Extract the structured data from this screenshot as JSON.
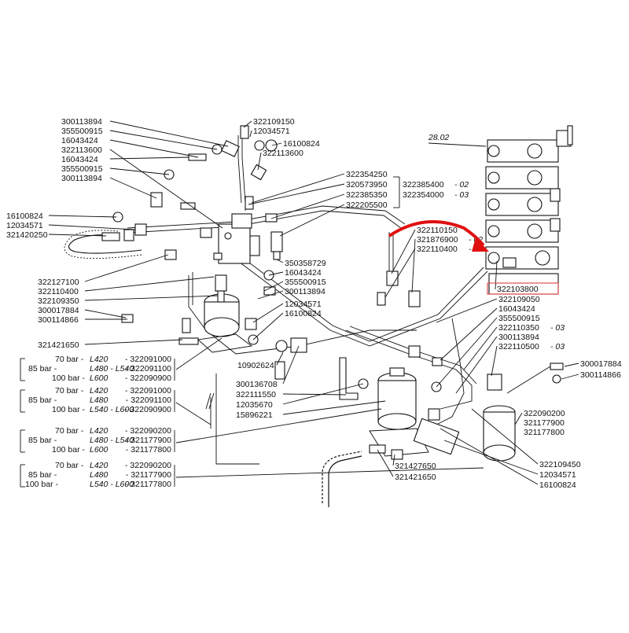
{
  "labels_left": [
    "300113894",
    "355500915",
    "16043424",
    "322113600",
    "16043424",
    "355500915",
    "300113894",
    "16100824",
    "12034571",
    "321420250",
    "322127100",
    "322110400",
    "322109350",
    "300017884",
    "300114866",
    "321421650"
  ],
  "labels_top": [
    "322109150",
    "12034571",
    "16100824",
    "322113600",
    "322354250",
    "320573950",
    "322385350",
    "322205500",
    "350358729",
    "16043424",
    "355500915",
    "300113894",
    "12034571",
    "16100824"
  ],
  "bracket_right_top": {
    "a": "322385400",
    "a_suffix": "- 02",
    "b": "322354000",
    "b_suffix": "- 03"
  },
  "valve_labels": {
    "a": "322110150",
    "b": "321876900",
    "b_suffix": "- 02",
    "c": "322110400",
    "c_suffix": "- 03"
  },
  "highlight_label": "322103800",
  "block_label": "28.02",
  "labels_mid_right": [
    {
      "t": "322109050",
      "s": ""
    },
    {
      "t": "16043424",
      "s": ""
    },
    {
      "t": "355500915",
      "s": ""
    },
    {
      "t": "322110350",
      "s": "- 03"
    },
    {
      "t": "300113894",
      "s": ""
    },
    {
      "t": "322110500",
      "s": "- 03"
    }
  ],
  "labels_far_right": [
    "300017884",
    "300114866"
  ],
  "filter_right": [
    "322090200",
    "321177900",
    "321177800"
  ],
  "labels_bottom_right": [
    "322109450",
    "12034571",
    "16100824"
  ],
  "labels_center": [
    "10902624",
    "300136708",
    "322111550",
    "12035670",
    "15896221"
  ],
  "labels_bottom_center": [
    "321427650",
    "321421650"
  ],
  "pressure_groups": [
    {
      "rows": [
        {
          "bar": "70 bar",
          "model": "L420",
          "code": "322091000"
        },
        {
          "bar": "85 bar",
          "model": "L480 - L540",
          "code": "322091100"
        },
        {
          "bar": "100 bar",
          "model": "L600",
          "code": "322090900"
        }
      ]
    },
    {
      "rows": [
        {
          "bar": "70 bar",
          "model": "L420",
          "code": "322091000"
        },
        {
          "bar": "85 bar",
          "model": "L480",
          "code": "322091100"
        },
        {
          "bar": "100 bar",
          "model": "L540 - L600",
          "code": "322090900"
        }
      ]
    },
    {
      "rows": [
        {
          "bar": "70 bar",
          "model": "L420",
          "code": "322090200"
        },
        {
          "bar": "85 bar",
          "model": "L480 - L540",
          "code": "321177900"
        },
        {
          "bar": "100 bar",
          "model": "L600",
          "code": "321177800"
        }
      ]
    },
    {
      "rows": [
        {
          "bar": "70 bar",
          "model": "L420",
          "code": "322090200"
        },
        {
          "bar": "85 bar",
          "model": "L480",
          "code": "321177900"
        },
        {
          "bar": "100 bar",
          "model": "L540 - L600",
          "code": "321177800"
        }
      ]
    }
  ],
  "colors": {
    "arrow": "#e01010",
    "highlight_box": "#e05050",
    "ink": "#111111"
  }
}
